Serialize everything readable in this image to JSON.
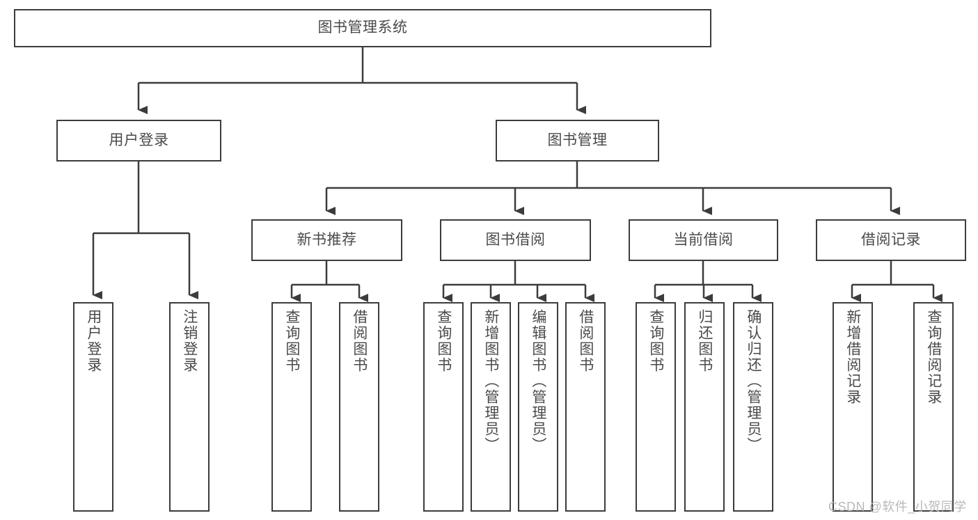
{
  "diagram": {
    "title": "图书管理系统",
    "type": "tree-hierarchy",
    "orientation": "top-down",
    "stroke_color": "#3c3c3c",
    "text_color": "#4a4a4a",
    "background_color": "#ffffff",
    "levels": 4,
    "nodes": {
      "root": {
        "label": "图书管理系统",
        "level": 1,
        "orientation": "horizontal"
      },
      "user_login": {
        "label": "用户登录",
        "level": 2,
        "orientation": "horizontal"
      },
      "book_manage": {
        "label": "图书管理",
        "level": 2,
        "orientation": "horizontal"
      },
      "new_book_rec": {
        "label": "新书推荐",
        "level": 3,
        "orientation": "horizontal"
      },
      "book_borrow": {
        "label": "图书借阅",
        "level": 3,
        "orientation": "horizontal"
      },
      "current_borrow": {
        "label": "当前借阅",
        "level": 3,
        "orientation": "horizontal"
      },
      "borrow_record": {
        "label": "借阅记录",
        "level": 3,
        "orientation": "horizontal"
      },
      "leaf_user_login": {
        "label": "用户登录",
        "level": 4,
        "orientation": "vertical"
      },
      "leaf_logout": {
        "label": "注销登录",
        "level": 4,
        "orientation": "vertical"
      },
      "leaf_query_book_1": {
        "label": "查询图书",
        "level": 4,
        "orientation": "vertical"
      },
      "leaf_borrow_book_1": {
        "label": "借阅图书",
        "level": 4,
        "orientation": "vertical"
      },
      "leaf_query_book_2": {
        "label": "查询图书",
        "level": 4,
        "orientation": "vertical"
      },
      "leaf_add_book": {
        "label": "新增图书（管理员）",
        "level": 4,
        "orientation": "vertical"
      },
      "leaf_edit_book": {
        "label": "编辑图书（管理员）",
        "level": 4,
        "orientation": "vertical"
      },
      "leaf_borrow_book_2": {
        "label": "借阅图书",
        "level": 4,
        "orientation": "vertical"
      },
      "leaf_query_book_3": {
        "label": "查询图书",
        "level": 4,
        "orientation": "vertical"
      },
      "leaf_return_book": {
        "label": "归还图书",
        "level": 4,
        "orientation": "vertical"
      },
      "leaf_confirm_return": {
        "label": "确认归还（管理员）",
        "level": 4,
        "orientation": "vertical"
      },
      "leaf_add_record": {
        "label": "新增借阅记录",
        "level": 4,
        "orientation": "vertical"
      },
      "leaf_query_record": {
        "label": "查询借阅记录",
        "level": 4,
        "orientation": "vertical"
      }
    },
    "edges": [
      {
        "from": "root",
        "to": "user_login"
      },
      {
        "from": "root",
        "to": "book_manage"
      },
      {
        "from": "user_login",
        "to": "leaf_user_login"
      },
      {
        "from": "user_login",
        "to": "leaf_logout"
      },
      {
        "from": "book_manage",
        "to": "new_book_rec"
      },
      {
        "from": "book_manage",
        "to": "book_borrow"
      },
      {
        "from": "book_manage",
        "to": "current_borrow"
      },
      {
        "from": "book_manage",
        "to": "borrow_record"
      },
      {
        "from": "new_book_rec",
        "to": "leaf_query_book_1"
      },
      {
        "from": "new_book_rec",
        "to": "leaf_borrow_book_1"
      },
      {
        "from": "book_borrow",
        "to": "leaf_query_book_2"
      },
      {
        "from": "book_borrow",
        "to": "leaf_add_book"
      },
      {
        "from": "book_borrow",
        "to": "leaf_edit_book"
      },
      {
        "from": "book_borrow",
        "to": "leaf_borrow_book_2"
      },
      {
        "from": "current_borrow",
        "to": "leaf_query_book_3"
      },
      {
        "from": "current_borrow",
        "to": "leaf_return_book"
      },
      {
        "from": "current_borrow",
        "to": "leaf_confirm_return"
      },
      {
        "from": "borrow_record",
        "to": "leaf_add_record"
      },
      {
        "from": "borrow_record",
        "to": "leaf_query_record"
      }
    ]
  },
  "watermark": {
    "text": "CSDN @软件_小贺同学"
  }
}
